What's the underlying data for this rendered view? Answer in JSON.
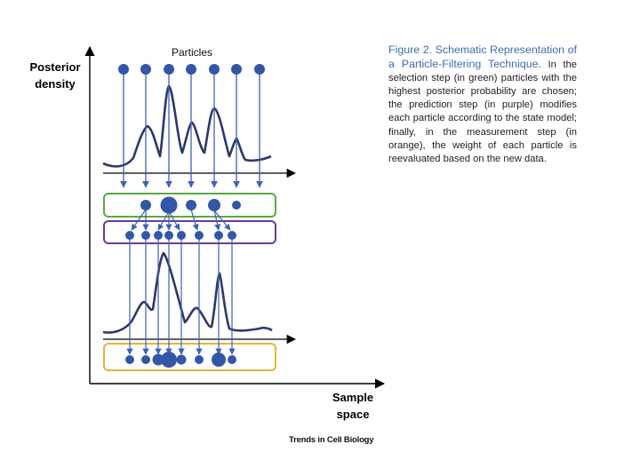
{
  "diagram": {
    "y_axis_label_line1": "Posterior",
    "y_axis_label_line2": "density",
    "x_axis_label_line1": "Sample",
    "x_axis_label_line2": "space",
    "particles_label": "Particles",
    "colors": {
      "particle": "#3356a8",
      "arrow": "#3c63b5",
      "curve": "#2d3a66",
      "axis": "#000000",
      "selection_box": "#5aa947",
      "prediction_box": "#6a3c96",
      "measurement_box": "#e8b23a"
    }
  },
  "caption": {
    "title": "Figure 2. Schematic Representation of a Particle-Filtering Technique.",
    "body": "In the selection step (in green) particles with the highest posterior probability are chosen; the prediction step (in purple) modifies each particle according to the state model; finally, in the measurement step (in orange), the weight of each particle is reevaluated based on the new data."
  },
  "footer": {
    "journal": "Trends in Cell Biology"
  }
}
